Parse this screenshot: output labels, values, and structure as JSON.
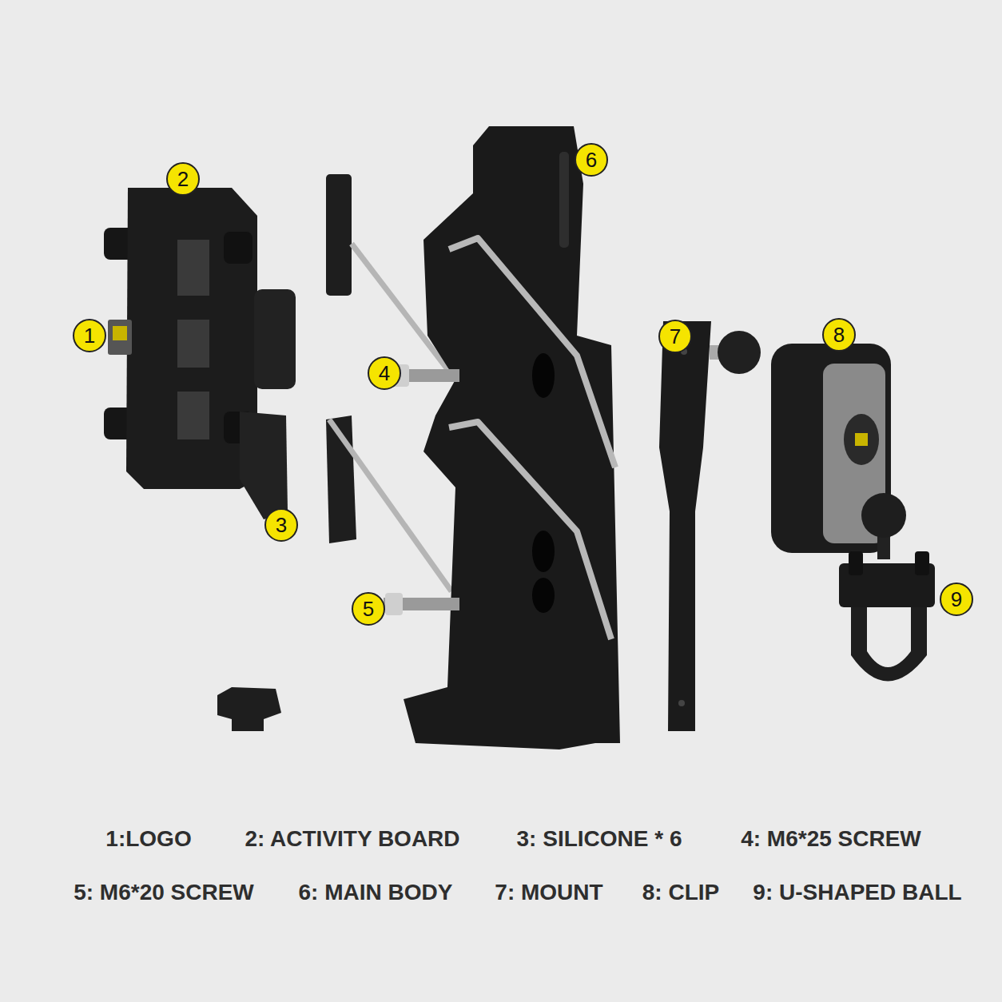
{
  "diagram": {
    "labels": [
      "1",
      "2",
      "3",
      "4",
      "5",
      "6",
      "7",
      "8",
      "9",
      "1:LOGO",
      "2: ACTIVITY BOARD",
      "3: SILICONE * 6",
      "4: M6*25 SCREW",
      "5: M6*20 SCREW",
      "6: MAIN BODY",
      "7: MOUNT",
      "8: CLIP",
      "9: U-SHAPED BALL"
    ]
  }
}
